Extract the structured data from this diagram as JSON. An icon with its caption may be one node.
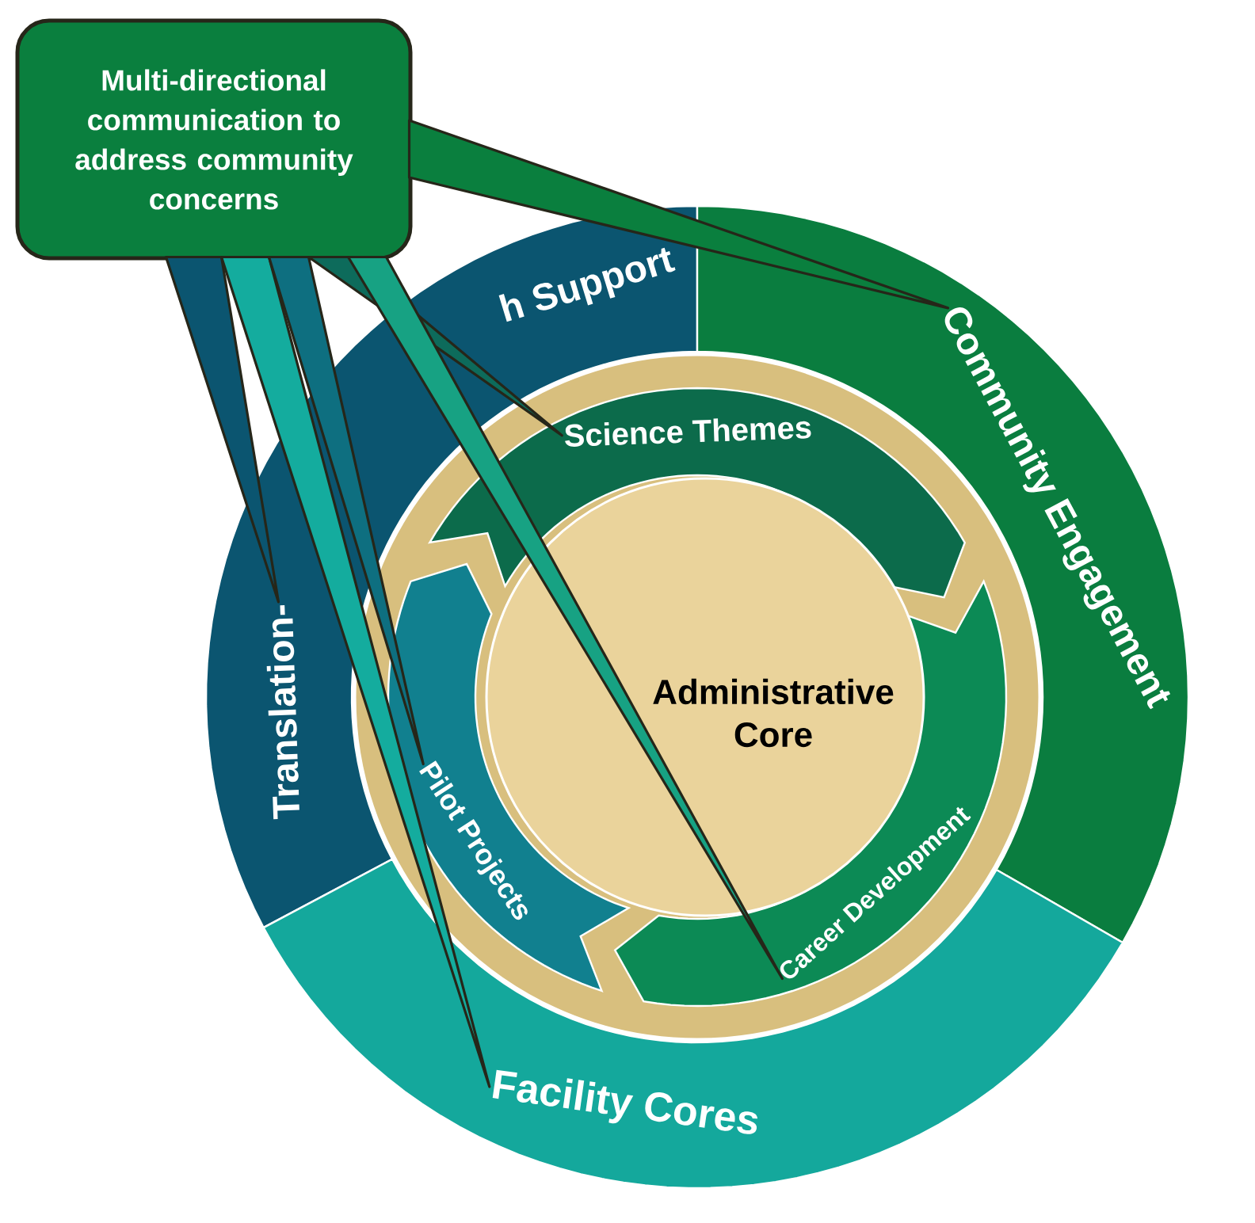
{
  "diagram": {
    "nodes": [
      {
        "text": [
          "Multi-directional communication to address community concerns"
        ]
      },
      {
        "text": [
          "Translation-",
          "h Support"
        ]
      },
      {
        "text": [
          "Community Engagement"
        ]
      },
      {
        "text": [
          "Facility Cores"
        ]
      },
      {
        "text": [
          "Science Themes"
        ]
      },
      {
        "text": [
          "Career Development"
        ]
      },
      {
        "text": [
          "Pilot Projects"
        ]
      },
      {
        "text": [
          "Administrative Core"
        ]
      }
    ],
    "edges": [
      {
        "from": 0,
        "to": 2,
        "arrow": "none",
        "color": "#0a7f3e"
      },
      {
        "from": 0,
        "to": 1,
        "arrow": "none",
        "color": "#0b5570"
      },
      {
        "from": 0,
        "to": 3,
        "arrow": "none",
        "color": "#14ac9e"
      },
      {
        "from": 0,
        "to": 6,
        "arrow": "none",
        "color": "#0e6f80"
      },
      {
        "from": 0,
        "to": 4,
        "arrow": "none",
        "color": "#0d6b5b"
      },
      {
        "from": 0,
        "to": 5,
        "arrow": "none",
        "color": "#17a283"
      }
    ]
  }
}
